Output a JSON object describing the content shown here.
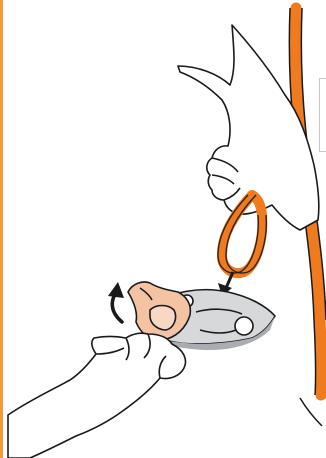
{
  "colors": {
    "accent_bar": "#f39a3d",
    "rope": "#f07a1e",
    "rope_dark": "#c85e10",
    "outline": "#1a1a1a",
    "device_body": "#d6d8da",
    "device_shadow": "#a9adb1",
    "cam_fill": "#f3c3a3",
    "cam_highlight": "#f6d8c4"
  },
  "illustration": {
    "subject": "hand-feeding-rope-into-belay-device",
    "icons": [
      "rope-loop",
      "belay-device",
      "rotation-arrow",
      "insertion-arrow",
      "hand"
    ]
  }
}
